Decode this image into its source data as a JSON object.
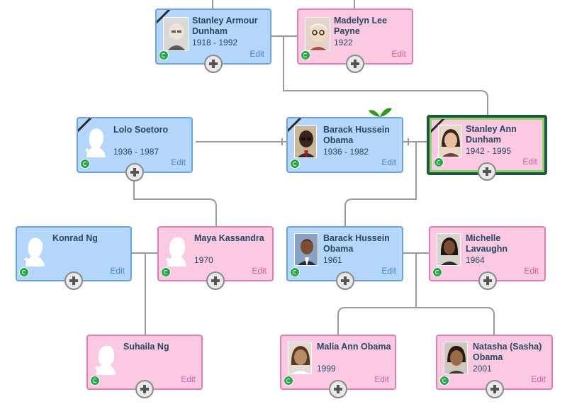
{
  "people": {
    "stanley_armour": {
      "name": "Stanley Armour Dunham",
      "years": "1918 - 1992",
      "edit": "Edit"
    },
    "madelyn": {
      "name": "Madelyn Lee Payne",
      "years": "1922",
      "edit": "Edit"
    },
    "lolo": {
      "name": "Lolo Soetoro",
      "years": "1936 - 1987",
      "edit": "Edit"
    },
    "barack_sr": {
      "name": "Barack Hussein Obama",
      "years": "1936 - 1982",
      "edit": "Edit"
    },
    "stanley_ann": {
      "name": "Stanley Ann Dunham",
      "years": "1942 - 1995",
      "edit": "Edit"
    },
    "konrad": {
      "name": "Konrad Ng",
      "years": "",
      "edit": "Edit"
    },
    "maya": {
      "name": "Maya Kassandra",
      "years": "1970",
      "edit": "Edit"
    },
    "barack": {
      "name": "Barack Hussein Obama",
      "years": "1961",
      "edit": "Edit"
    },
    "michelle": {
      "name": "Michelle Lavaughn",
      "years": "1964",
      "edit": "Edit"
    },
    "suhaila": {
      "name": "Suhaila Ng",
      "years": "",
      "edit": "Edit"
    },
    "malia": {
      "name": "Malia Ann Obama",
      "years": "1999",
      "edit": "Edit"
    },
    "natasha": {
      "name": "Natasha (Sasha) Obama",
      "years": "2001",
      "edit": "Edit"
    }
  },
  "colors": {
    "male_bg": "#b5d6fb",
    "female_bg": "#fcc9e3",
    "focus_border": "#1f5740",
    "connector": "#9a9a9a",
    "sprout": "#2f9a1c"
  }
}
